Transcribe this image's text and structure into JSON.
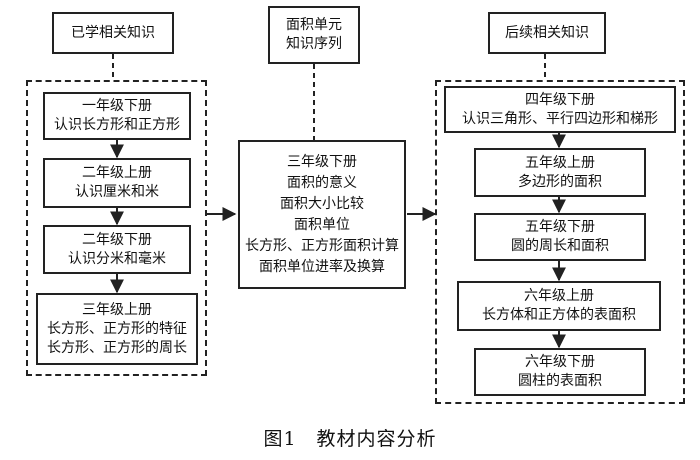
{
  "headers": {
    "prior": "已学相关知识",
    "unit": [
      "面积单元",
      "知识序列"
    ],
    "following": "后续相关知识"
  },
  "prior_items": [
    [
      "一年级下册",
      "认识长方形和正方形"
    ],
    [
      "二年级上册",
      "认识厘米和米"
    ],
    [
      "二年级下册",
      "认识分米和毫米"
    ],
    [
      "三年级上册",
      "长方形、正方形的特征",
      "长方形、正方形的周长"
    ]
  ],
  "unit_content": [
    "三年级下册",
    "面积的意义",
    "面积大小比较",
    "面积单位",
    "长方形、正方形面积计算",
    "面积单位进率及换算"
  ],
  "following_items": [
    [
      "四年级下册",
      "认识三角形、平行四边形和梯形"
    ],
    [
      "五年级上册",
      "多边形的面积"
    ],
    [
      "五年级下册",
      "圆的周长和面积"
    ],
    [
      "六年级上册",
      "长方体和正方体的表面积"
    ],
    [
      "六年级下册",
      "圆柱的表面积"
    ]
  ],
  "caption": "图1　教材内容分析"
}
